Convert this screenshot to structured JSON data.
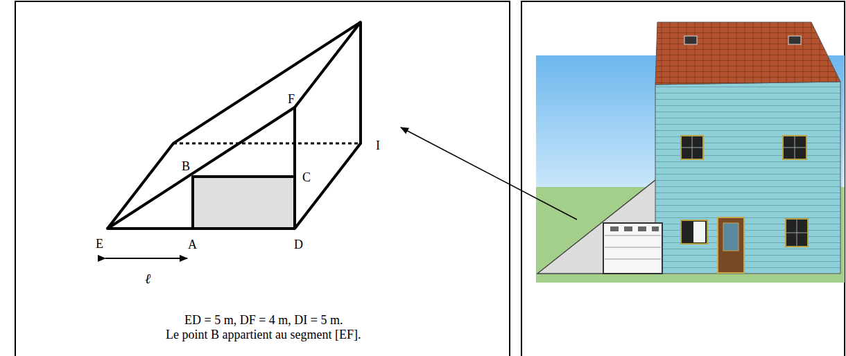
{
  "diagram": {
    "labels": [
      "F",
      "B",
      "C",
      "I",
      "E",
      "A",
      "D",
      "ℓ",
      "ED = 5 m, DF = 4 m, DI = 5 m.",
      "Le point B appartient au segment [EF]."
    ]
  }
}
